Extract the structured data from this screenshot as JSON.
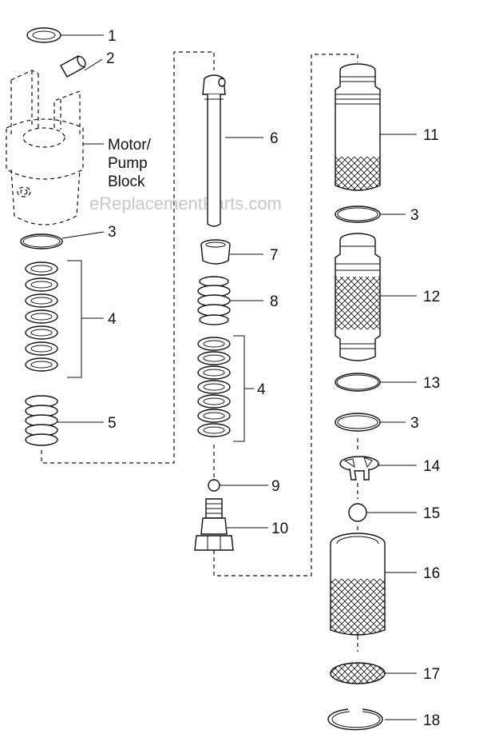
{
  "watermark": "eReplacementParts.com",
  "labels": {
    "p1": "1",
    "p2": "2",
    "motor": [
      "Motor/",
      "Pump",
      "Block"
    ],
    "p3a": "3",
    "p4a": "4",
    "p5": "5",
    "p6": "6",
    "p7": "7",
    "p8": "8",
    "p4b": "4",
    "p9": "9",
    "p10": "10",
    "p11": "11",
    "p3b": "3",
    "p12": "12",
    "p13": "13",
    "p3c": "3",
    "p14": "14",
    "p15": "15",
    "p16": "16",
    "p17": "17",
    "p18": "18"
  }
}
